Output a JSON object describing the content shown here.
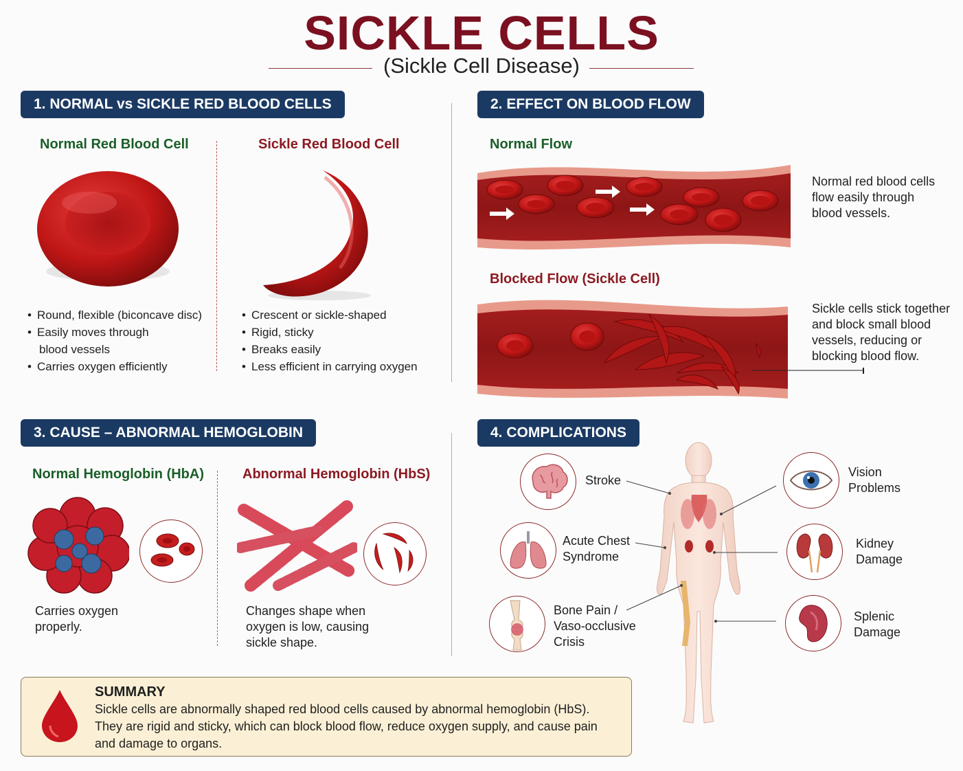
{
  "title": "SICKLE CELLS",
  "subtitle": "(Sickle Cell Disease)",
  "section1": {
    "heading": "1. NORMAL vs SICKLE RED BLOOD CELLS",
    "normal": {
      "label": "Normal Red Blood Cell",
      "bullets": [
        "Round, flexible (biconcave disc)",
        "Easily moves through",
        "blood vessels",
        "Carries oxygen efficiently"
      ]
    },
    "sickle": {
      "label": "Sickle Red Blood Cell",
      "bullets": [
        "Crescent or sickle-shaped",
        "Rigid, sticky",
        "Breaks easily",
        "Less efficient in carrying oxygen"
      ]
    }
  },
  "section2": {
    "heading": "2. EFFECT ON BLOOD FLOW",
    "normal_flow": {
      "label": "Normal Flow",
      "desc": [
        "Normal red blood cells",
        "flow easily through",
        "blood vessels."
      ]
    },
    "blocked_flow": {
      "label": "Blocked Flow (Sickle Cell)",
      "desc": [
        "Sickle cells stick together",
        "and block small blood",
        "vessels, reducing or",
        "blocking blood flow."
      ]
    }
  },
  "section3": {
    "heading": "3. CAUSE – ABNORMAL HEMOGLOBIN",
    "normal": {
      "label": "Normal Hemoglobin (HbA)",
      "desc": [
        "Carries oxygen",
        "properly."
      ]
    },
    "abnormal": {
      "label": "Abnormal Hemoglobin (HbS)",
      "desc": [
        "Changes shape when",
        "oxygen is low, causing",
        "sickle shape."
      ]
    }
  },
  "section4": {
    "heading": "4. COMPLICATIONS",
    "left": [
      {
        "lines": [
          "Stroke"
        ],
        "icon": "brain-icon"
      },
      {
        "lines": [
          "Acute Chest",
          "Syndrome"
        ],
        "icon": "lungs-icon"
      },
      {
        "lines": [
          "Bone Pain /",
          "Vaso-occlusive",
          "Crisis"
        ],
        "icon": "knee-joint-icon"
      }
    ],
    "right": [
      {
        "lines": [
          "Vision",
          "Problems"
        ],
        "icon": "eye-icon"
      },
      {
        "lines": [
          "Kidney",
          "Damage"
        ],
        "icon": "kidneys-icon"
      },
      {
        "lines": [
          "Splenic",
          "Damage"
        ],
        "icon": "spleen-icon"
      }
    ]
  },
  "summary": {
    "title": "SUMMARY",
    "lines": [
      "Sickle cells are abnormally shaped red blood cells caused by abnormal hemoglobin (HbS).",
      "They are rigid and sticky, which can block blood flow, reduce oxygen supply, and cause pain",
      "and damage to organs."
    ]
  },
  "colors": {
    "title": "#7b1020",
    "header_bg": "#1b3a63",
    "green": "#1a5e28",
    "red": "#8b1a22",
    "summary_bg": "#fbf0d6"
  }
}
